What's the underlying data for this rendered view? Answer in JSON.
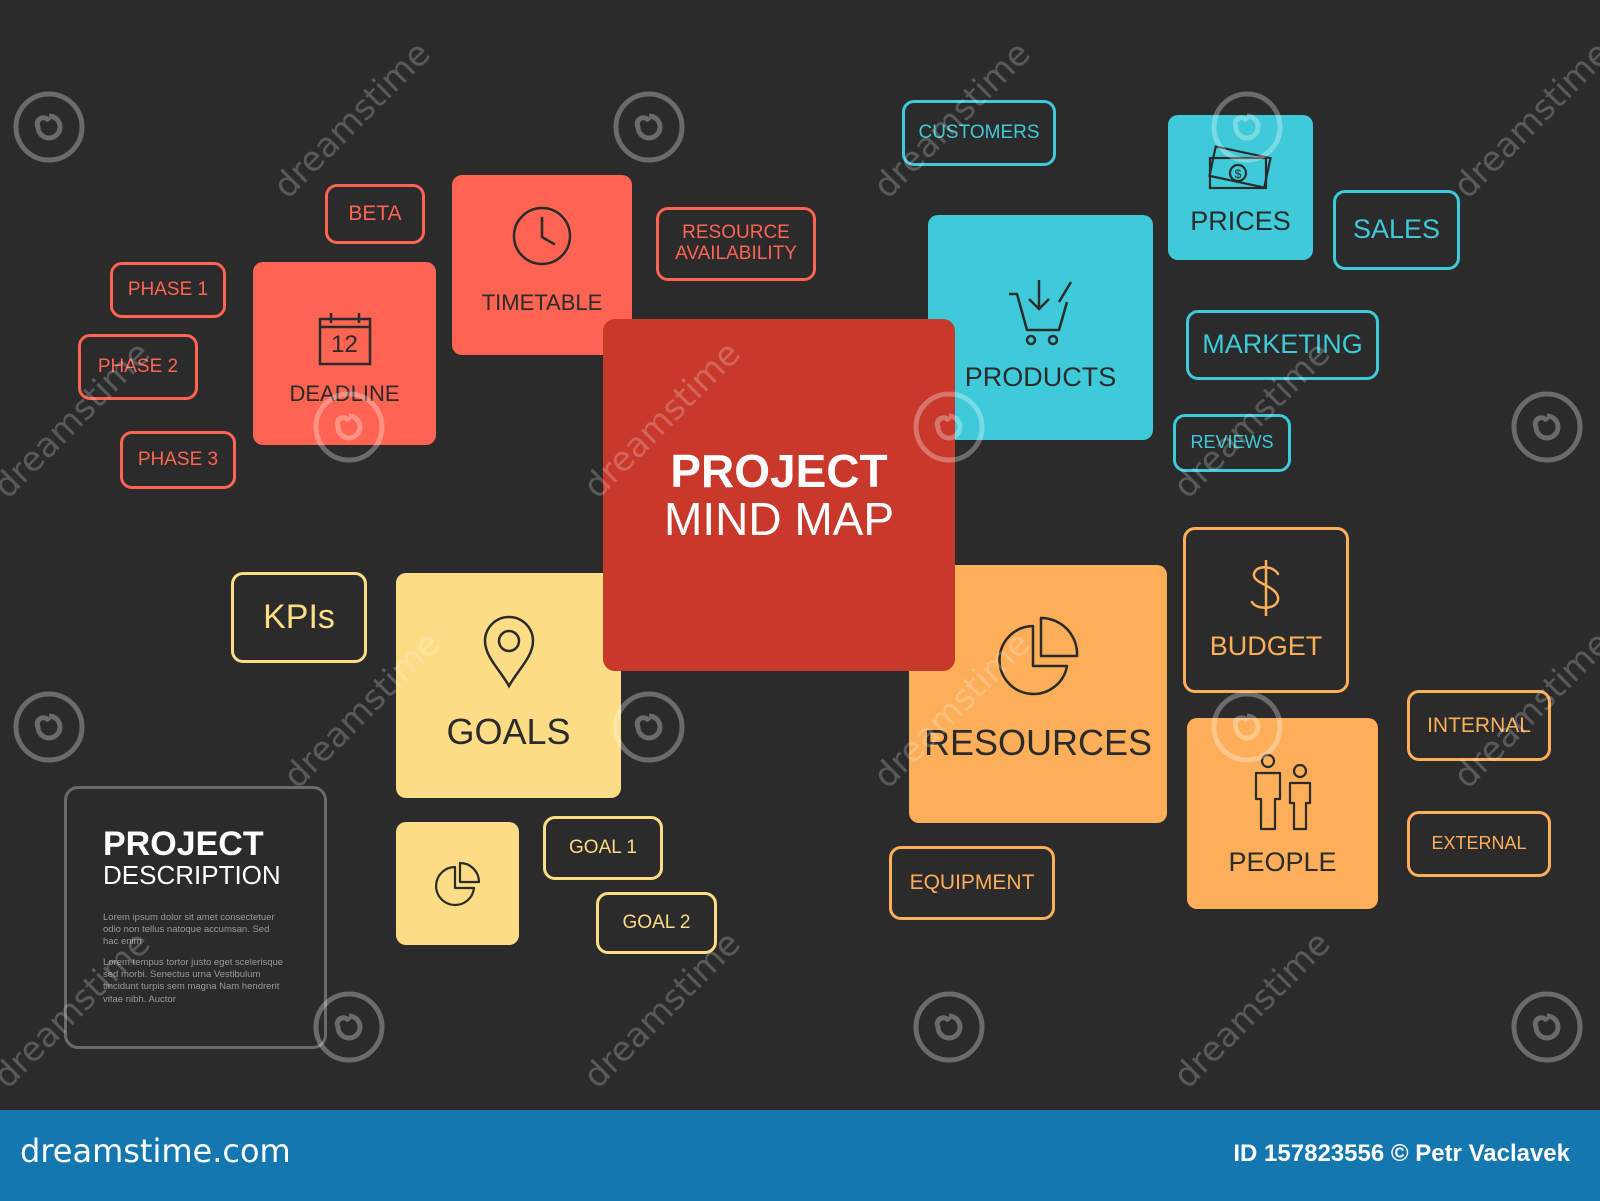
{
  "center": {
    "title_bold": "PROJECT",
    "title_light": "MIND MAP"
  },
  "red_branch": {
    "timetable": "TIMETABLE",
    "deadline": "DEADLINE",
    "calendar_day": "12",
    "beta": "BETA",
    "resource_line1": "RESOURCE",
    "resource_line2": "AVAILABILITY",
    "phase1": "PHASE 1",
    "phase2": "PHASE 2",
    "phase3": "PHASE 3"
  },
  "cyan_branch": {
    "products": "PRODUCTS",
    "prices": "PRICES",
    "customers": "CUSTOMERS",
    "sales": "SALES",
    "marketing": "MARKETING",
    "reviews": "REVIEWS"
  },
  "yellow_branch": {
    "goals": "GOALS",
    "kpis": "KPIs",
    "goal1": "GOAL 1",
    "goal2": "GOAL 2"
  },
  "orange_branch": {
    "resources": "RESOURCES",
    "budget": "BUDGET",
    "people": "PEOPLE",
    "internal": "INTERNAL",
    "external": "EXTERNAL",
    "equipment": "EQUIPMENT"
  },
  "description": {
    "title_bold": "PROJECT",
    "title_light": "DESCRIPTION",
    "para1": "Lorem ipsum dolor sit amet consectetuer odio non tellus natoque accumsan. Sed hac enim",
    "para2": "Lorem tempus tortor justo eget scelerisque sed morbi. Senectus urna Vestibulum tincidunt turpis sem magna Nam hendrerit vitae nibh. Auctor"
  },
  "watermark": {
    "text": "dreamstime"
  },
  "footer": {
    "site": "dreamstime.com",
    "credit": "ID 157823556 © Petr Vaclavek"
  },
  "colors": {
    "background": "#2b2b2b",
    "center_red": "#c8382b",
    "red": "#ff6352",
    "cyan": "#3ecad8",
    "yellow": "#fcdc84",
    "orange": "#fcae58",
    "footer_blue": "#1577b0"
  }
}
